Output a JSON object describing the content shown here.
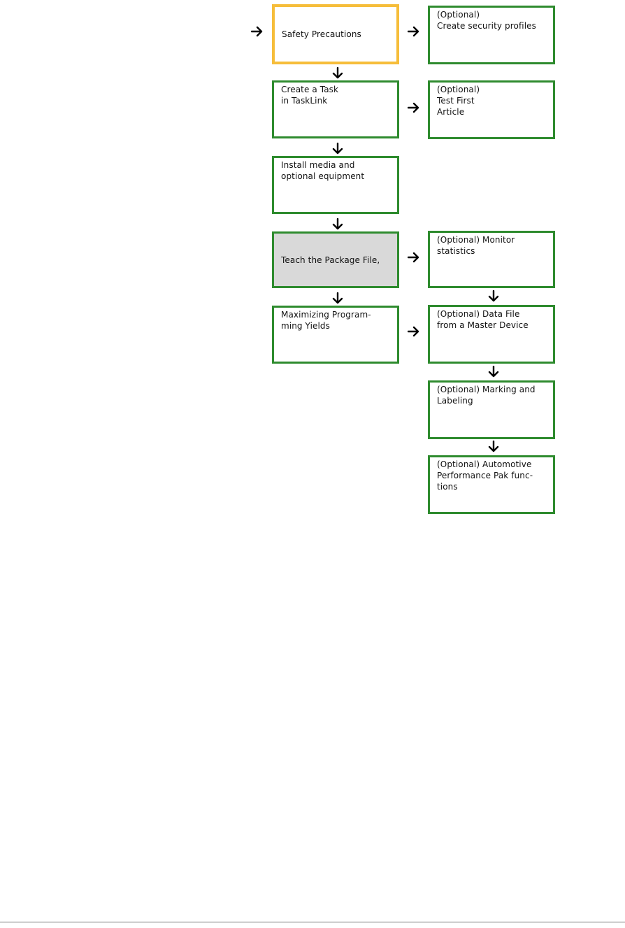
{
  "flowchart": {
    "main_steps": [
      {
        "id": "safety",
        "label": "Safety Precautions",
        "state": "current"
      },
      {
        "id": "task",
        "label": "Create a Task\nin TaskLink",
        "state": "normal"
      },
      {
        "id": "media",
        "label": "Install media and\noptional equipment",
        "state": "normal"
      },
      {
        "id": "teach",
        "label": "Teach the Package File,",
        "state": "shaded"
      },
      {
        "id": "yields",
        "label": "Maximizing Program-\nming Yields",
        "state": "normal"
      }
    ],
    "optional_steps": [
      {
        "id": "security",
        "label": "(Optional)\nCreate security profiles"
      },
      {
        "id": "first-article",
        "label": "(Optional)\nTest First\nArticle"
      },
      {
        "id": "statistics",
        "label": "(Optional) Monitor\nstatistics"
      },
      {
        "id": "master-device",
        "label": "(Optional) Data File\nfrom a Master Device"
      },
      {
        "id": "marking",
        "label": "(Optional) Marking and\nLabeling"
      },
      {
        "id": "automotive",
        "label": "(Optional) Automotive\nPerformance Pak func-\ntions"
      }
    ],
    "colors": {
      "step_border": "#2e8b2e",
      "current_step_border": "#f6bd3a",
      "shaded_step_fill": "#d9d9d9",
      "arrow": "#000000"
    },
    "icons": {
      "right_arrow": "arrow-right-icon",
      "down_arrow": "arrow-down-icon"
    }
  }
}
